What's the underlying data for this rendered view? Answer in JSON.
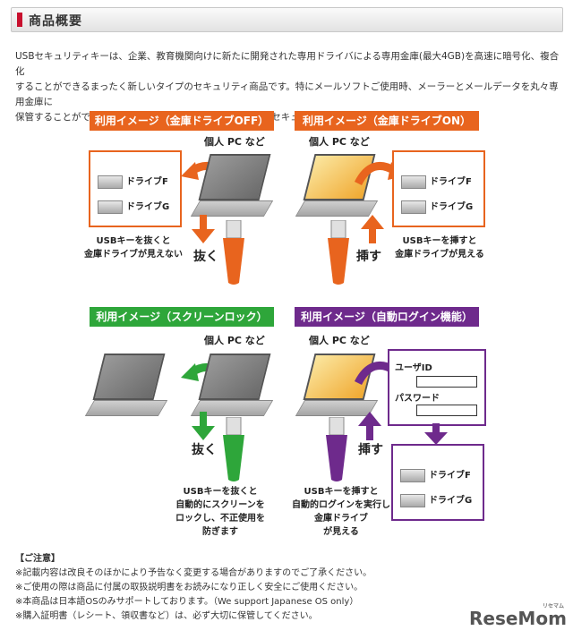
{
  "header": {
    "title": "商品概要"
  },
  "intro": {
    "lines": [
      "USBセキュリティキーは、企業、教育機関向けに新たに開発された専用ドライバによる専用金庫(最大4GB)を高速に暗号化、複合化",
      "することができるまったく新しいタイプのセキュリティ商品です。特にメールソフトご使用時、メーラーとメールデータを丸々専用金庫に",
      "保管することができますので、外出等が多い方のノートPCのセキュリティソリューションとして最適です。"
    ]
  },
  "panels": {
    "off": {
      "label": "利用イメージ（金庫ドライブOFF）",
      "pc_note": "個人 PC など",
      "drive_f": "ドライブF",
      "drive_g": "ドライブG",
      "action": "抜く",
      "caption": [
        "USBキーを抜くと",
        "金庫ドライブが見えない"
      ]
    },
    "on": {
      "label": "利用イメージ（金庫ドライブON）",
      "pc_note": "個人 PC など",
      "drive_f": "ドライブF",
      "drive_g": "ドライブG",
      "action": "挿す",
      "caption": [
        "USBキーを挿すと",
        "金庫ドライブが見える"
      ]
    },
    "lock": {
      "label": "利用イメージ（スクリーンロック）",
      "pc_note": "個人 PC など",
      "action": "抜く",
      "caption": [
        "USBキーを抜くと",
        "自動的にスクリーンを",
        "ロックし、不正使用を",
        "防ぎます"
      ]
    },
    "login": {
      "label": "利用イメージ（自動ログイン機能）",
      "pc_note": "個人 PC など",
      "user_id": "ユーザID",
      "password": "パスワード",
      "drive_f": "ドライブF",
      "drive_g": "ドライブG",
      "action": "挿す",
      "caption": [
        "USBキーを挿すと",
        "自動的ログインを実行し",
        "金庫ドライブ",
        "が見える"
      ]
    }
  },
  "notes": {
    "title": "【ご注意】",
    "items": [
      "※記載内容は改良そのほかにより予告なく変更する場合がありますのでご了承ください。",
      "※ご使用の際は商品に付属の取扱説明書をお読みになり正しく安全にご使用ください。",
      "※本商品は日本語OSのみサポートしております。（We support Japanese OS only）",
      "※購入証明書（レシート、領収書など）は、必ず大切に保管してください。"
    ]
  },
  "logo": {
    "text": "ReseMom",
    "sub": "リセマム"
  },
  "colors": {
    "orange": "#e8641e",
    "green": "#2ea63a",
    "purple": "#6e2a8c",
    "accent_red": "#c8102e"
  }
}
